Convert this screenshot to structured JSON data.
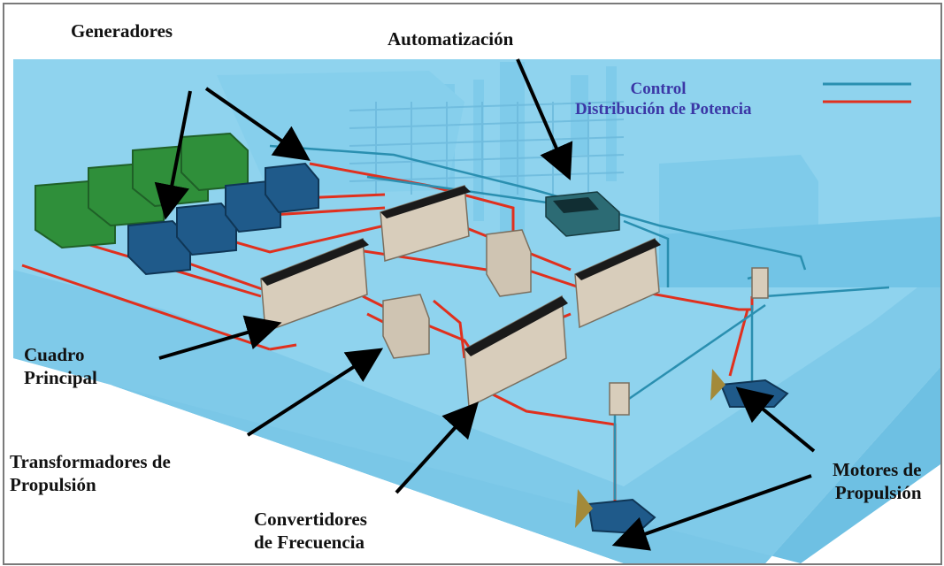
{
  "labels": {
    "generadores": "Generadores",
    "automatizacion": "Automatización",
    "cuadro_principal": [
      "Cuadro",
      "Principal"
    ],
    "transformadores": [
      "Transformadores de",
      "Propulsión"
    ],
    "convertidores": [
      "Convertidores",
      "de Frecuencia"
    ],
    "motores": [
      "Motores de",
      "Propulsión"
    ]
  },
  "legend": {
    "items": [
      {
        "label": "Control",
        "color": "#2a8fb0"
      },
      {
        "label": "Distribución de Potencia",
        "color": "#e0301e"
      }
    ]
  },
  "colors": {
    "hull": "#8fd3ee",
    "hull_dark": "#6ec0e3",
    "power_line": "#e0301e",
    "control_line": "#2a8fb0",
    "generator_motor": "#1f5a8a",
    "generator_engine": "#2f8f3a",
    "cabinet": "#d8cdbb",
    "cabinet_top": "#1a1a1a"
  }
}
